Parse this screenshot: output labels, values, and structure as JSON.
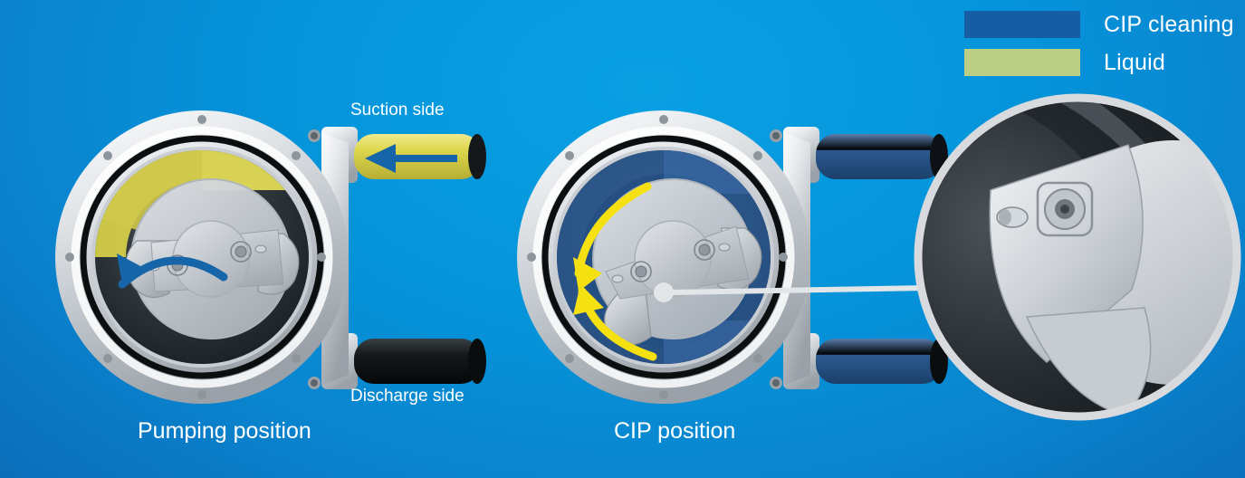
{
  "background": {
    "color_top": "#09a0e3",
    "color_bottom": "#0a66b0"
  },
  "legend": {
    "items": [
      {
        "label": "CIP cleaning",
        "color": "#155ea4",
        "swatch_name": "cip-cleaning-swatch"
      },
      {
        "label": "Liquid",
        "color": "#bccd85",
        "swatch_name": "liquid-swatch"
      }
    ]
  },
  "diagrams": [
    {
      "id": "pumping",
      "caption": "Pumping position",
      "fluid_color": "#e3dc52",
      "fluid_name": "Liquid",
      "arrow_color": "#1565a8",
      "ports": [
        {
          "name": "Suction side",
          "label": "Suction side",
          "filled": true,
          "flow": "in"
        },
        {
          "name": "Discharge side",
          "label": "Discharge side",
          "filled": false,
          "flow": "out"
        }
      ]
    },
    {
      "id": "cip",
      "caption": "CIP position",
      "fluid_color": "#2b5e9e",
      "fluid_name": "CIP cleaning",
      "arrow_color": "#f5e112",
      "ports": [
        {
          "name": "Suction side",
          "label": "",
          "filled": true,
          "flow": "circulate"
        },
        {
          "name": "Discharge side",
          "label": "",
          "filled": true,
          "flow": "circulate"
        }
      ]
    }
  ],
  "detail_view": {
    "name": "rotor-lobe-closeup",
    "border_color": "#d9dade",
    "callout_from": "cip"
  },
  "colors": {
    "steel_light": "#e8eaec",
    "steel_mid": "#b9bec4",
    "steel_dark": "#7d848c",
    "cavity_dark": "#1d2428",
    "seal_black": "#0c0f10",
    "text": "#ffffff"
  }
}
